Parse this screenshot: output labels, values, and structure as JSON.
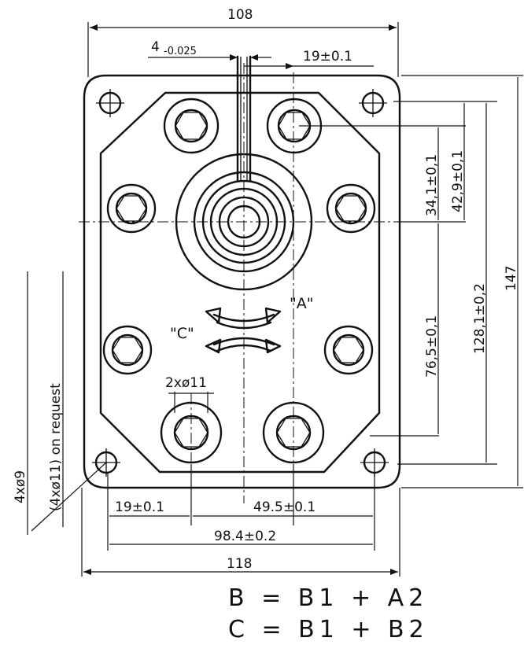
{
  "dimensions": {
    "top_width": "108",
    "key_width": "4",
    "key_tolerance": "-0.025",
    "offset_top": "19±0.1",
    "right_34": "34,1±0,1",
    "right_42": "42,9±0,1",
    "right_76": "76,5±0,1",
    "right_128": "128,1±0,2",
    "right_147": "147",
    "bottom_19": "19±0.1",
    "bottom_49": "49.5±0.1",
    "bottom_98": "98.4±0.2",
    "bottom_118": "118",
    "port_holes": "2xø11"
  },
  "labels": {
    "holes_main": "4xø9",
    "holes_request": "(4xø11) on request",
    "port_a": "\"A\"",
    "port_c": "\"C\""
  },
  "formulas": {
    "line1": "B = B1 + A2",
    "line2": "C = B1 + B2"
  }
}
